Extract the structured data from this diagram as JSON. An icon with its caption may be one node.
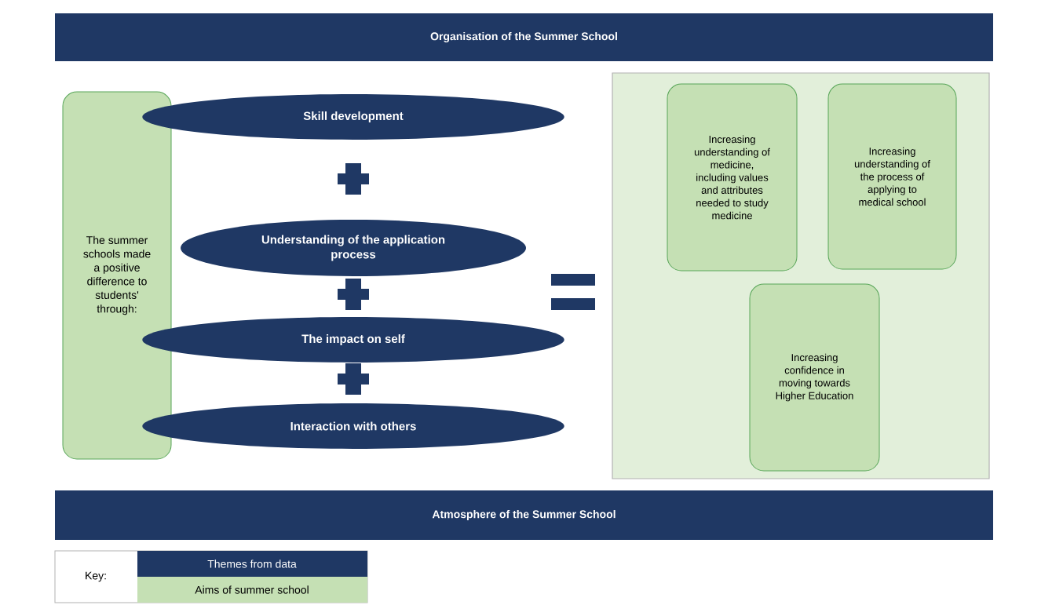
{
  "diagram": {
    "nodes": [
      {
        "text": [
          "Organisation of the Summer School"
        ]
      },
      {
        "text": [
          "The summer schools made a positive difference to students' through:"
        ]
      },
      {
        "text": [
          "Skill development"
        ]
      },
      {
        "text": [
          "Understanding of the application process"
        ]
      },
      {
        "text": [
          "The impact on self"
        ]
      },
      {
        "text": [
          "Interaction with others"
        ]
      },
      {
        "text": [],
        "shape": "box"
      },
      {
        "text": [
          "Increasing understanding of medicine, including values and attributes needed to study medicine"
        ],
        "in": 6
      },
      {
        "text": [
          "Increasing understanding of the process of applying to medical school"
        ],
        "in": 6
      },
      {
        "text": [
          "Increasing confidence in moving towards Higher Education"
        ],
        "in": 6
      },
      {
        "text": [
          "Atmosphere of the Summer School"
        ]
      }
    ],
    "labels": [
      "Key:"
    ],
    "legend": [
      {
        "text": "Themes from data",
        "color": "#1f3864"
      },
      {
        "text": "Aims of summer school",
        "color": "#c5e0b4"
      }
    ]
  }
}
